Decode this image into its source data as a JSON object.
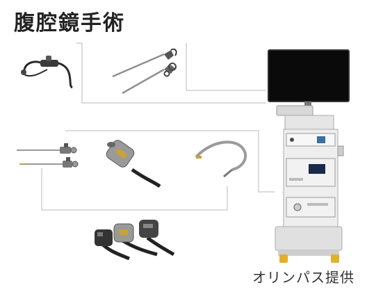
{
  "title": "腹腔鏡手術",
  "credit": "オリンパス提供",
  "colors": {
    "connector": "#b8b8b8",
    "instrument": "#2a2a2a",
    "metal": "#9a9a9a",
    "monitor_screen": "#0a0a0a",
    "accent_gold": "#c9a23a"
  },
  "components": [
    {
      "id": "flexible-endoscope",
      "icon": "flexible-endoscope-icon"
    },
    {
      "id": "forceps-instruments",
      "icon": "forceps-icon"
    },
    {
      "id": "rigid-scopes",
      "icon": "rigid-scope-icon"
    },
    {
      "id": "camera-head",
      "icon": "camera-head-icon"
    },
    {
      "id": "light-guide-cable",
      "icon": "light-cable-icon"
    },
    {
      "id": "camera-heads-group",
      "icon": "camera-heads-icon"
    },
    {
      "id": "video-tower",
      "icon": "video-tower-icon"
    }
  ]
}
